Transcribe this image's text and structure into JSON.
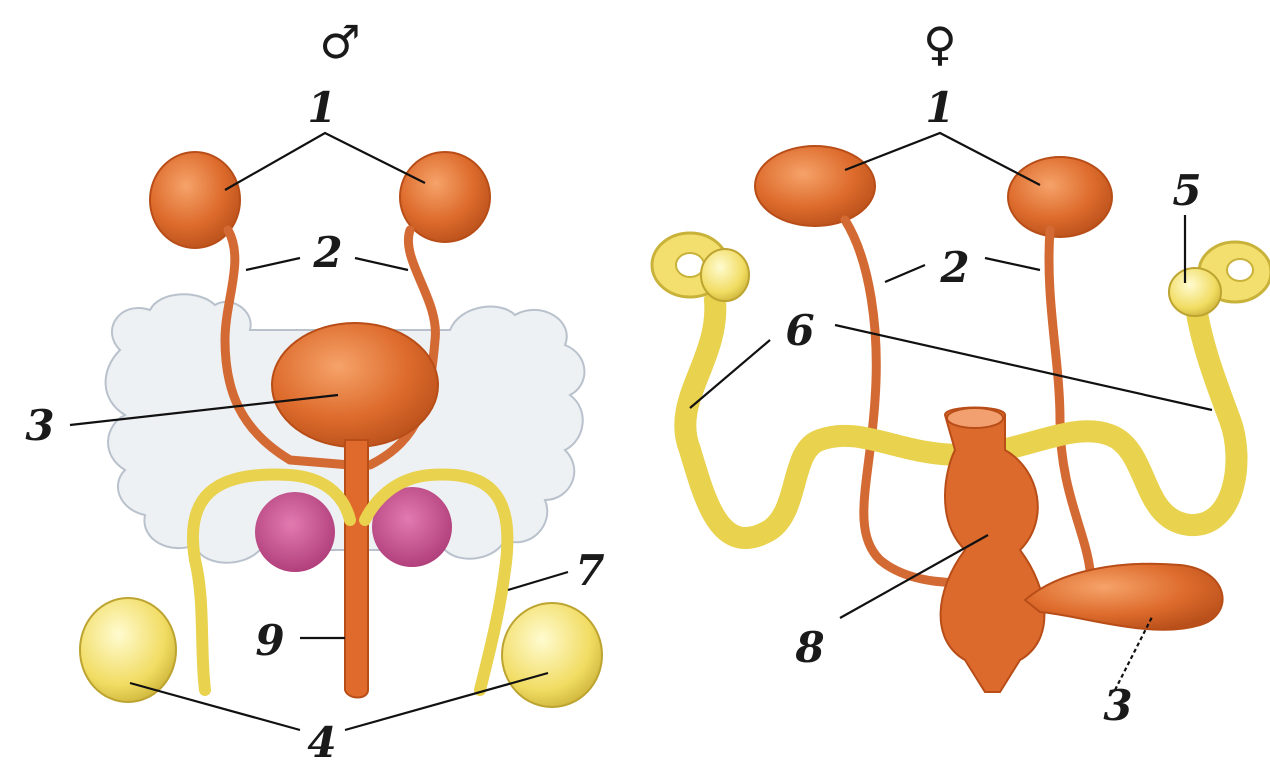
{
  "male": {
    "symbol": "♂",
    "labels": {
      "l1": "1",
      "l2": "2",
      "l3": "3",
      "l4": "4",
      "l7": "7",
      "l9": "9"
    }
  },
  "female": {
    "symbol": "♀",
    "labels": {
      "l1": "1",
      "l2": "2",
      "l3": "3",
      "l5": "5",
      "l6": "6",
      "l8": "8"
    }
  },
  "colors": {
    "organ": "#d9662b",
    "organ_light": "#f08a4a",
    "gonad": "#f3df6e",
    "fat": "#eef1f4",
    "prostate": "#c94a8c"
  }
}
